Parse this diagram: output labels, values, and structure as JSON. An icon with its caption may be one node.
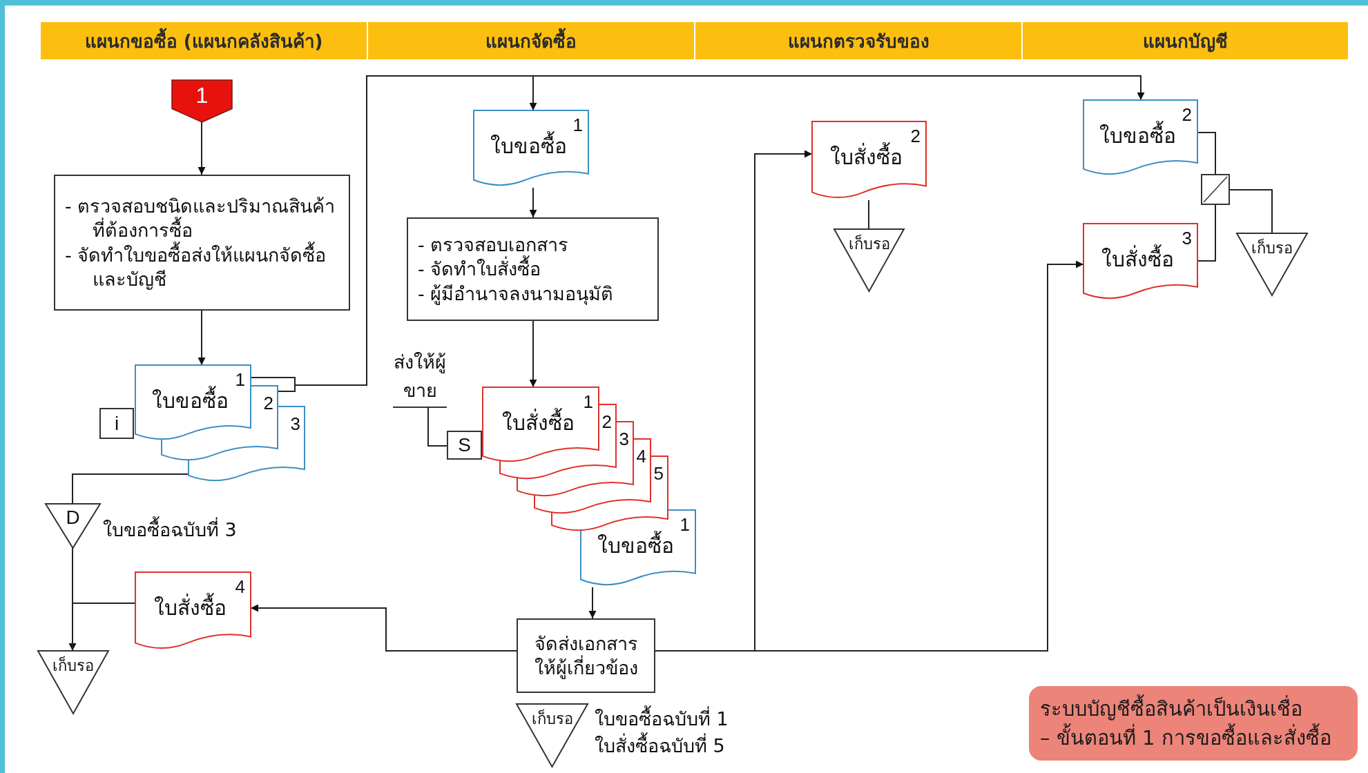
{
  "diagram": {
    "nodes": [
      {
        "text": [
          "แผนกขอซื้อ (แผนกคลังสินค้า)"
        ]
      },
      {
        "text": [
          "แผนกจัดซื้อ"
        ]
      },
      {
        "text": [
          "แผนกตรวจรับของ"
        ]
      },
      {
        "text": [
          "แผนกบัญชี"
        ]
      },
      {
        "text": [
          "1"
        ]
      },
      {
        "text": [
          "- ตรวจสอบชนิดและปริมาณสินค้าที่ต้องการซื้อ",
          "- จัดทำใบขอซื้อส่งให้แผนกจัดซื้อและบัญชี"
        ]
      },
      {
        "text": [
          "ใบขอซื้อ",
          "1"
        ]
      },
      {
        "text": [
          "2"
        ]
      },
      {
        "text": [
          "3"
        ]
      },
      {
        "text": [
          "i"
        ]
      },
      {
        "text": [
          "D"
        ],
        "beside": [
          "ใบขอซื้อฉบับที่ 3"
        ]
      },
      {
        "text": [
          "ใบสั่งซื้อ",
          "4"
        ]
      },
      {
        "text": [
          "เก็บรอ"
        ]
      },
      {
        "text": [
          "ใบขอซื้อ",
          "1"
        ]
      },
      {
        "text": [
          "- ตรวจสอบเอกสาร",
          "- จัดทำใบสั่งซื้อ",
          "- ผู้มีอำนาจลงนามอนุมัติ"
        ]
      },
      {
        "text": [
          "ส่งให้ผู้ขาย"
        ]
      },
      {
        "text": [
          "S"
        ]
      },
      {
        "text": [
          "ใบสั่งซื้อ",
          "1"
        ]
      },
      {
        "text": [
          "2"
        ]
      },
      {
        "text": [
          "3"
        ]
      },
      {
        "text": [
          "4"
        ]
      },
      {
        "text": [
          "5"
        ]
      },
      {
        "text": [
          "ใบขอซื้อ",
          "1"
        ]
      },
      {
        "text": [
          "จัดส่งเอกสารให้ผู้เกี่ยวข้อง"
        ]
      },
      {
        "text": [
          "เก็บรอ"
        ],
        "beside": [
          "ใบขอซื้อฉบับที่ 1",
          "ใบสั่งซื้อฉบับที่ 5"
        ]
      },
      {
        "text": [
          "ใบสั่งซื้อ",
          "2"
        ]
      },
      {
        "text": [
          "เก็บรอ"
        ]
      },
      {
        "text": [
          "ใบขอซื้อ",
          "2"
        ]
      },
      {
        "text": [],
        "shape": "box"
      },
      {
        "text": [
          "ใบสั่งซื้อ",
          "3"
        ]
      },
      {
        "text": [
          "เก็บรอ"
        ]
      },
      {
        "text": [
          "ระบบบัญชีซื้อสินค้าเป็นเงินเชื่อ",
          "– ขั้นตอนที่ 1 การขอซื้อและสั่งซื้อ"
        ]
      }
    ],
    "edges": [
      {
        "from": 4,
        "to": 5,
        "arrow": "to"
      },
      {
        "from": 5,
        "to": 6,
        "arrow": "to"
      },
      {
        "from": 6,
        "to": 13,
        "arrow": "to"
      },
      {
        "from": 7,
        "to": 27,
        "arrow": "to"
      },
      {
        "from": 8,
        "to": 10,
        "arrow": "none"
      },
      {
        "from": 10,
        "to": 12,
        "arrow": "to"
      },
      {
        "from": 11,
        "to": 12,
        "arrow": "none"
      },
      {
        "from": 13,
        "to": 14,
        "arrow": "to"
      },
      {
        "from": 14,
        "to": 17,
        "arrow": "to"
      },
      {
        "from": 16,
        "to": 15,
        "arrow": "none"
      },
      {
        "from": 22,
        "to": 23,
        "arrow": "to"
      },
      {
        "from": 23,
        "to": 11,
        "arrow": "to"
      },
      {
        "from": 23,
        "to": 25,
        "arrow": "to"
      },
      {
        "from": 23,
        "to": 29,
        "arrow": "to"
      },
      {
        "from": 25,
        "to": 26,
        "arrow": "none"
      },
      {
        "from": 27,
        "to": 28,
        "arrow": "none"
      },
      {
        "from": 29,
        "to": 28,
        "arrow": "none"
      },
      {
        "from": 28,
        "to": 30,
        "arrow": "none"
      }
    ]
  }
}
